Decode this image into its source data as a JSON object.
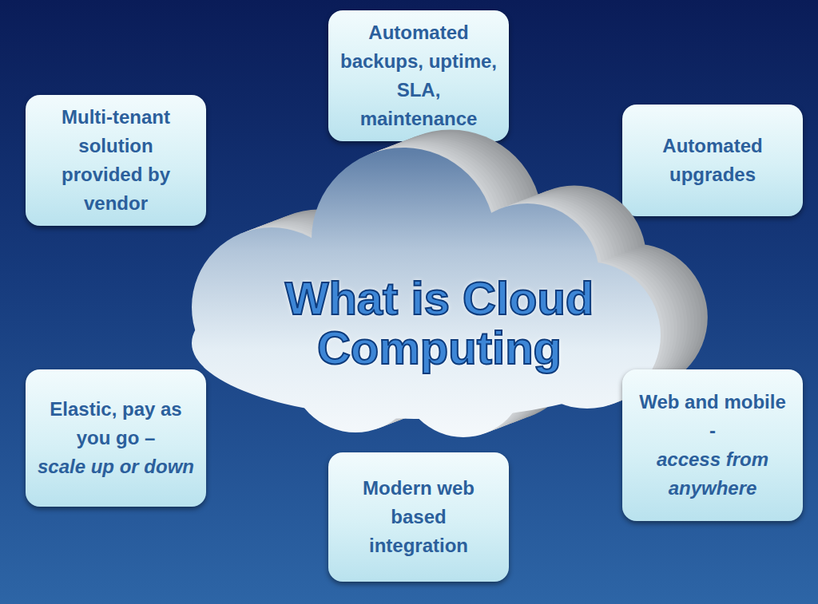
{
  "diagram": {
    "nodes": [
      {
        "text": [
          "Multi-tenant solution provided by vendor"
        ]
      },
      {
        "text": [
          "Automated backups, uptime, SLA, maintenance"
        ]
      },
      {
        "text": [
          "Automated upgrades"
        ]
      },
      {
        "text": [
          "What is Cloud Computing"
        ]
      },
      {
        "text": [
          "Elastic, pay as you go –",
          "scale up or down"
        ]
      },
      {
        "text": [
          "Modern web based integration"
        ]
      },
      {
        "text": [
          "Web and mobile -",
          "access from anywhere"
        ]
      }
    ]
  }
}
